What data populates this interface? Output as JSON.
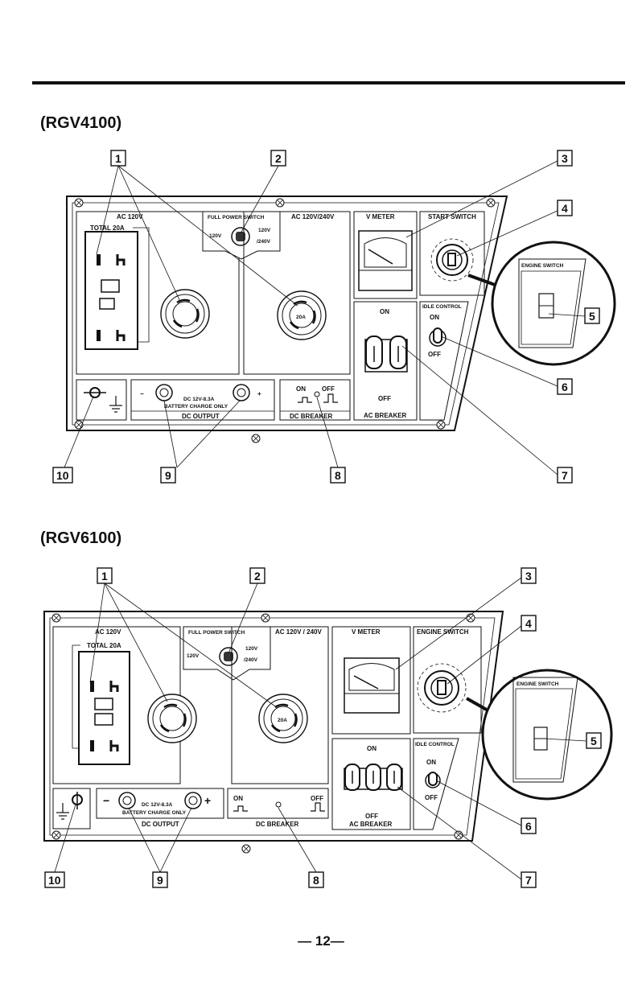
{
  "models": [
    "(RGV4100)",
    "(RGV6100)"
  ],
  "page_number": "— 12—",
  "panel_a": {
    "ac120": "AC 120V",
    "total20a": "TOTAL 20A",
    "full_power_switch": "FULL POWER SWITCH",
    "sw_120v": "120V",
    "sw_120v_r": "120V",
    "sw_240v": "/240V",
    "ac120_240": "AC 120V/240V",
    "outlet_20a": "20A",
    "v_meter": "V METER",
    "start_switch": "START SWITCH",
    "on": "ON",
    "off": "OFF",
    "idle_control": "IDLE CONTROL",
    "idle_on": "ON",
    "idle_off": "OFF",
    "ac_breaker": "AC BREAKER",
    "dc_rating": "DC 12V-8.3A",
    "battery_charge": "BATTERY CHARGE ONLY",
    "dc_output": "DC OUTPUT",
    "minus": "−",
    "plus": "+",
    "dc_on": "ON",
    "dc_off": "OFF",
    "dc_breaker": "DC BREAKER",
    "engine_switch_zoom": "ENGINE SWITCH"
  },
  "panel_b": {
    "ac120": "AC 120V",
    "total20a": "TOTAL 20A",
    "full_power_switch": "FULL POWER SWITCH",
    "sw_120v": "120V",
    "sw_120v_r": "120V",
    "sw_240v": "/240V",
    "ac120_240": "AC 120V / 240V",
    "outlet_20a": "20A",
    "v_meter": "V METER",
    "engine_switch": "ENGINE SWITCH",
    "on": "ON",
    "off": "OFF",
    "idle_control": "IDLE CONTROL",
    "idle_on": "ON",
    "idle_off": "OFF",
    "ac_breaker": "AC BREAKER",
    "dc_rating": "DC 12V-8.3A",
    "battery_charge": "BATTERY CHARGE ONLY",
    "dc_output": "DC OUTPUT",
    "minus": "−",
    "plus": "+",
    "dc_on": "ON",
    "dc_off": "OFF",
    "dc_breaker": "DC BREAKER",
    "engine_switch_zoom": "ENGINE SWITCH"
  },
  "callouts_a": [
    "1",
    "2",
    "3",
    "4",
    "5",
    "6",
    "7",
    "8",
    "9",
    "10"
  ],
  "callouts_b": [
    "1",
    "2",
    "3",
    "4",
    "5",
    "6",
    "7",
    "8",
    "9",
    "10"
  ]
}
